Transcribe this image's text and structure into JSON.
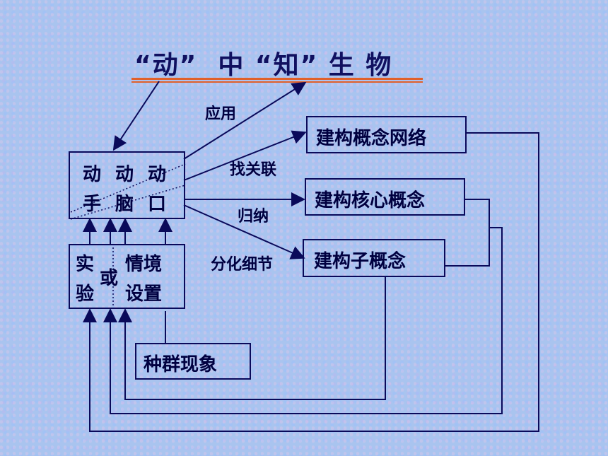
{
  "title": "“动”  中 “知” 生 物",
  "labels": {
    "apply": "应用",
    "find_link": "找关联",
    "induce": "归纳",
    "detail": "分化细节"
  },
  "boxes": {
    "network": "建构概念网络",
    "core": "建构核心概念",
    "sub": "建构子概念",
    "population": "种群现象",
    "act_top": [
      "动",
      "动",
      "动"
    ],
    "act_bottom": [
      "手",
      "脑",
      "口"
    ],
    "exp_left": [
      "实",
      "验"
    ],
    "exp_or": "或",
    "exp_right": [
      "情境",
      "设置"
    ]
  },
  "colors": {
    "background": "#a9c4ef",
    "line": "#0a0a5a",
    "title_underline": "#e0602a"
  }
}
